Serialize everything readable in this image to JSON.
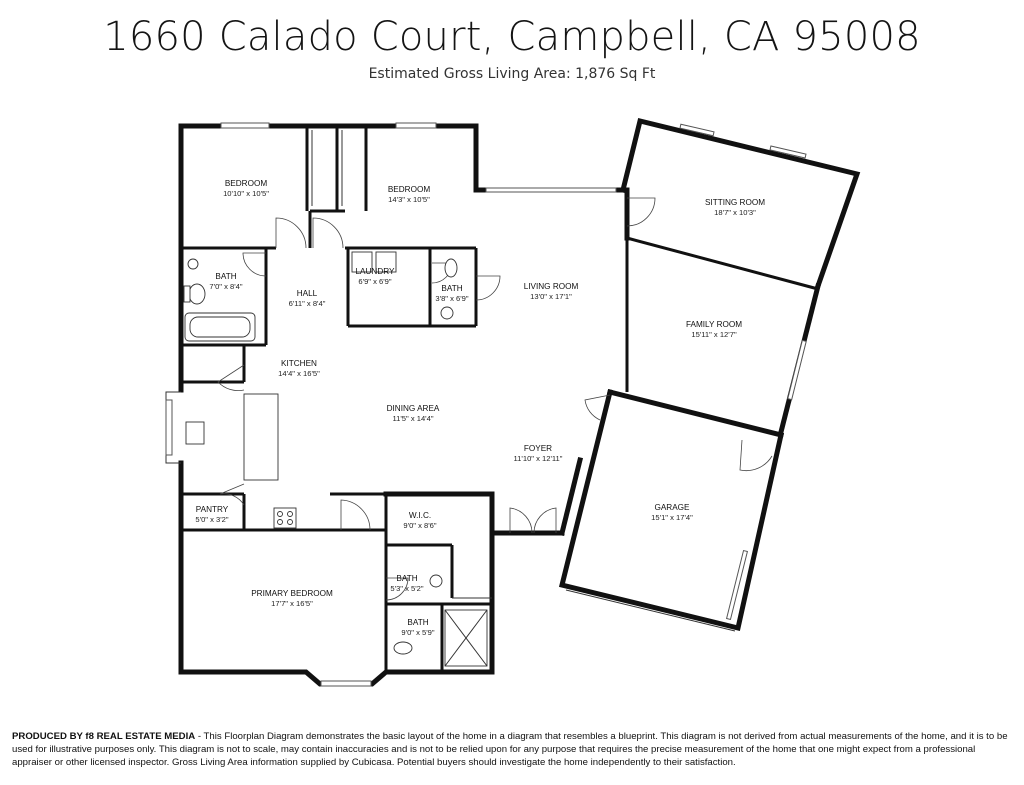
{
  "header": {
    "title": "1660 Calado Court, Campbell, CA 95008",
    "subtitle": "Estimated Gross Living Area: 1,876 Sq Ft"
  },
  "rooms": {
    "bedroom1": {
      "name": "BEDROOM",
      "dims": "10'10\" x 10'5\""
    },
    "bedroom2": {
      "name": "BEDROOM",
      "dims": "14'3\" x 10'5\""
    },
    "sitting_room": {
      "name": "SITTING ROOM",
      "dims": "18'7\" x 10'3\""
    },
    "bath1": {
      "name": "BATH",
      "dims": "7'0\" x 8'4\""
    },
    "hall": {
      "name": "HALL",
      "dims": "6'11\" x 8'4\""
    },
    "laundry": {
      "name": "LAUNDRY",
      "dims": "6'9\" x 6'9\""
    },
    "bath2": {
      "name": "BATH",
      "dims": "3'8\" x 6'9\""
    },
    "living_room": {
      "name": "LIVING ROOM",
      "dims": "13'0\" x 17'1\""
    },
    "family_room": {
      "name": "FAMILY ROOM",
      "dims": "15'11\" x 12'7\""
    },
    "kitchen": {
      "name": "KITCHEN",
      "dims": "14'4\" x 16'5\""
    },
    "dining_area": {
      "name": "DINING AREA",
      "dims": "11'5\" x 14'4\""
    },
    "foyer": {
      "name": "FOYER",
      "dims": "11'10\" x 12'11\""
    },
    "garage": {
      "name": "GARAGE",
      "dims": "15'1\" x 17'4\""
    },
    "pantry": {
      "name": "PANTRY",
      "dims": "5'0\" x 3'2\""
    },
    "wic": {
      "name": "W.I.C.",
      "dims": "9'0\" x 8'6\""
    },
    "bath3": {
      "name": "BATH",
      "dims": "5'3\" x 5'2\""
    },
    "primary_bedroom": {
      "name": "PRIMARY BEDROOM",
      "dims": "17'7\" x 16'5\""
    },
    "bath4": {
      "name": "BATH",
      "dims": "9'0\" x 5'9\""
    }
  },
  "footer": {
    "produced_by": "PRODUCED BY f8 REAL ESTATE MEDIA",
    "disclaimer": " - This Floorplan Diagram demonstrates the basic layout of the home in a diagram that resembles a blueprint. This diagram is not derived from actual measurements of the home, and it is to be used for illustrative purposes only. This diagram is not to scale, may contain inaccuracies and is not to be relied upon for any purpose that requires the precise measurement of the home that one might expect from a professional appraiser or other licensed inspector. Gross Living Area information supplied by Cubicasa. Potential buyers should investigate the home independently to their satisfaction."
  }
}
